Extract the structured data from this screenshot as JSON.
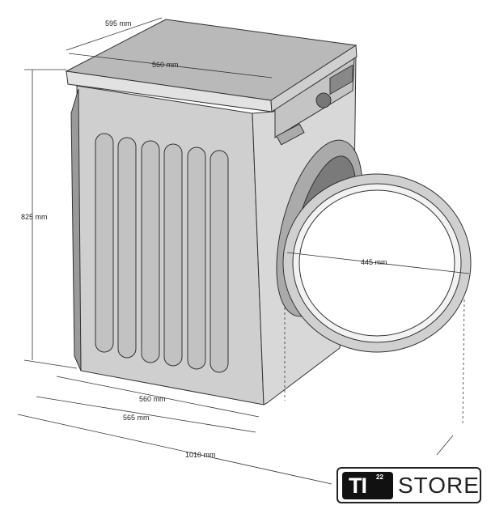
{
  "dimensions": {
    "depth_top": "595 mm",
    "width_top": "560 mm",
    "height": "825 mm",
    "door_diameter": "445 mm",
    "width_bottom": "560 mm",
    "depth_bottom": "565 mm",
    "depth_door_open": "1010 mm"
  },
  "logo": {
    "mark": "TI",
    "superscript": "22",
    "word": "STORE"
  },
  "colors": {
    "body": "#d4d4d4",
    "side": "#c8c8c8",
    "top": "#bdbdbd",
    "line": "#333333"
  }
}
